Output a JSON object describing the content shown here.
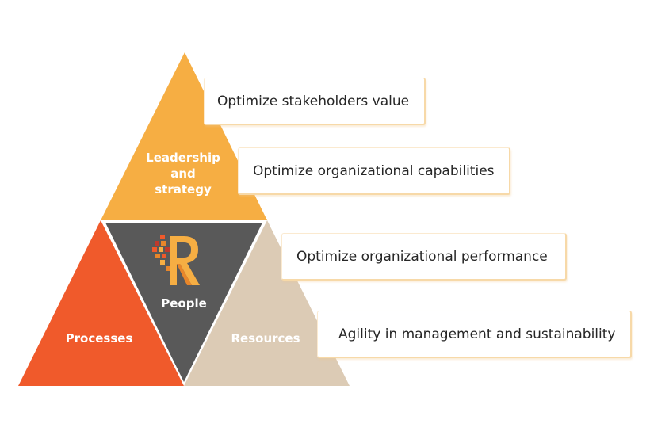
{
  "pyramid": {
    "top": {
      "label_lines": [
        "Leadership",
        "and",
        "strategy"
      ],
      "color": "#f6ae43"
    },
    "left": {
      "label": "Processes",
      "color": "#f05a2b"
    },
    "center": {
      "label": "People",
      "color": "#595959"
    },
    "right": {
      "label": "Resources",
      "color": "#dccbb5"
    }
  },
  "logo": {
    "name": "r-logo-icon",
    "colors": [
      "#f05a2b",
      "#f6ae43",
      "#c0392b",
      "#e8862a"
    ]
  },
  "callouts": [
    "Optimize stakeholders value",
    "Optimize organizational capabilities",
    "Optimize organizational performance",
    "Agility in management and sustainability"
  ]
}
